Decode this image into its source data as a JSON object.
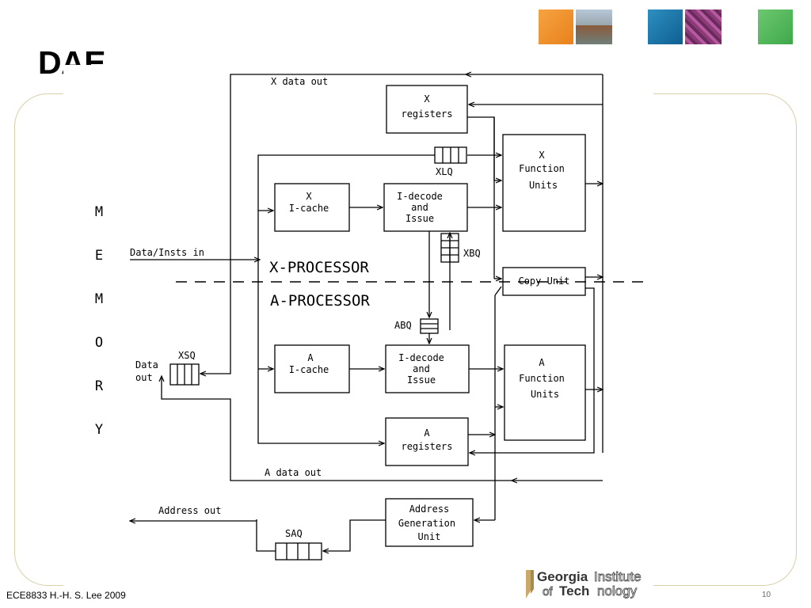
{
  "slide": {
    "title": "DAE",
    "footer": "ECE8833  H.-H. S. Lee  2009",
    "page_number": "10"
  },
  "diagram": {
    "memory_letters": [
      "M",
      "E",
      "M",
      "O",
      "R",
      "Y"
    ],
    "x_data_out": "X data out",
    "x_registers": [
      "X",
      "registers"
    ],
    "xlq": "XLQ",
    "x_function_units": [
      "X",
      "Function",
      "Units"
    ],
    "x_icache": [
      "X",
      "I-cache"
    ],
    "x_idecode": [
      "I-decode",
      "and",
      "Issue"
    ],
    "xbq": "XBQ",
    "data_insts_in": "Data/Insts in",
    "x_processor": "X-PROCESSOR",
    "a_processor": "A-PROCESSOR",
    "copy_unit": "Copy Unit",
    "abq": "ABQ",
    "xsq": "XSQ",
    "data_out": [
      "Data",
      "out"
    ],
    "a_icache": [
      "A",
      "I-cache"
    ],
    "a_idecode": [
      "I-decode",
      "and",
      "Issue"
    ],
    "a_function_units": [
      "A",
      "Function",
      "Units"
    ],
    "a_registers": [
      "A",
      "registers"
    ],
    "a_data_out": "A data out",
    "address_out": "Address out",
    "saq": "SAQ",
    "address_generation_unit": [
      "Address",
      "Generation",
      "Unit"
    ]
  },
  "logo": {
    "line1_bold": "Georgia",
    "line1_light": "Institute",
    "line2_bold": "Tech",
    "line2_light": "nology",
    "line2_prefix": "of"
  },
  "colors": {
    "tile_orange": "#f39a2e",
    "tile_blue": "#1b79ad",
    "tile_green": "#55b95c",
    "frame": "#d9cfa8",
    "logo_gold": "#c8a96a"
  }
}
